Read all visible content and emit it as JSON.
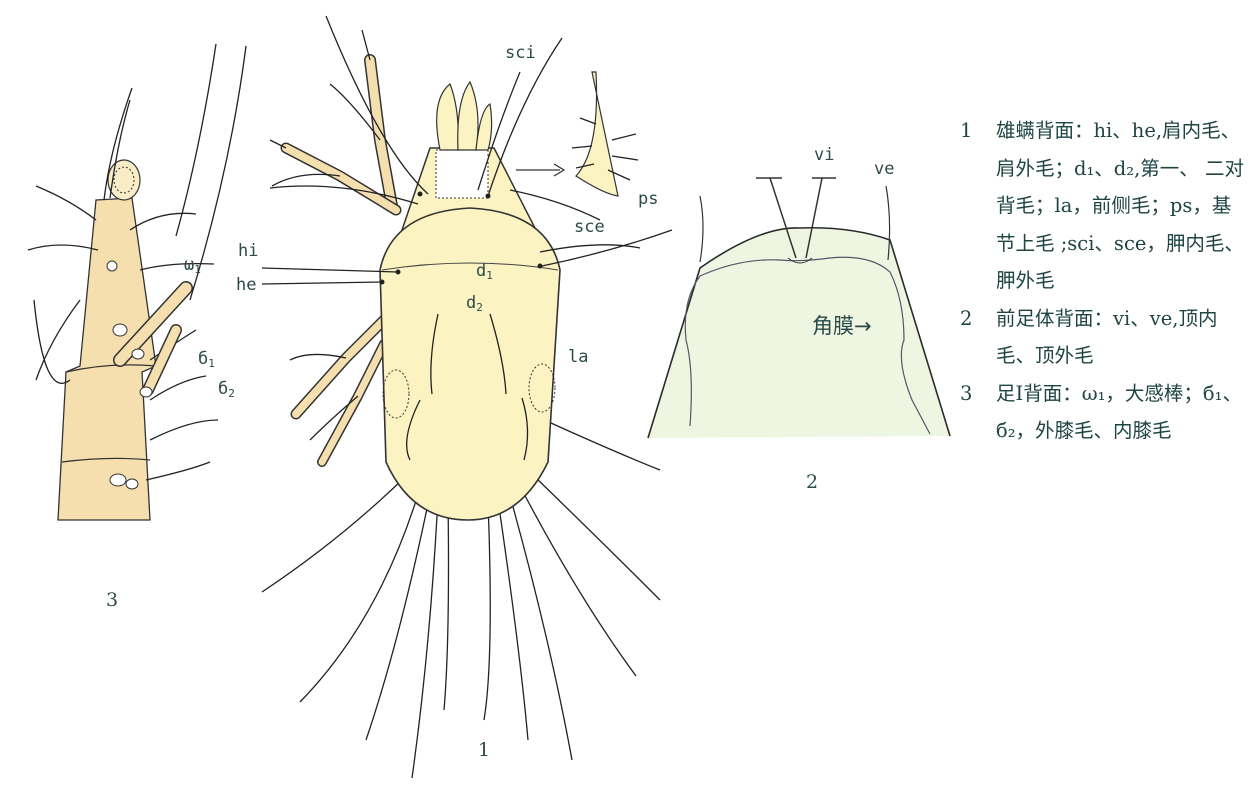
{
  "figure": {
    "panel_labels": {
      "p1": "1",
      "p2": "2",
      "p3": "3"
    },
    "fig1_labels": {
      "sci": "sci",
      "sce": "sce",
      "ps": "ps",
      "hi": "hi",
      "he": "he",
      "d1": "d",
      "d1_sub": "1",
      "d2": "d",
      "d2_sub": "2",
      "la": "la"
    },
    "fig2_labels": {
      "vi": "vi",
      "ve": "ve",
      "cornea": "角膜→"
    },
    "fig3_labels": {
      "omega": "ω",
      "omega_sub": "1",
      "sigma1": "б",
      "sigma1_sub": "1",
      "sigma2": "б",
      "sigma2_sub": "2"
    },
    "colors": {
      "body_fill": "#fbf3c2",
      "leg_fill": "#f6dfae",
      "cuticle_fill": "#eef6e2",
      "ink": "#222222",
      "label": "#2b4b4b"
    }
  },
  "legend": [
    {
      "num": "1",
      "text": "雄螨背面：hi、he,肩内毛、肩外毛；d₁、d₂,第一、 二对背毛；la，前侧毛；ps，基节上毛 ;sci、sce，胛内毛、胛外毛"
    },
    {
      "num": "2",
      "text": "前足体背面：vi、ve,顶内毛、顶外毛"
    },
    {
      "num": "3",
      "text": "足Ⅰ背面：ω₁，大感棒；б₁、б₂，外膝毛、内膝毛"
    }
  ]
}
